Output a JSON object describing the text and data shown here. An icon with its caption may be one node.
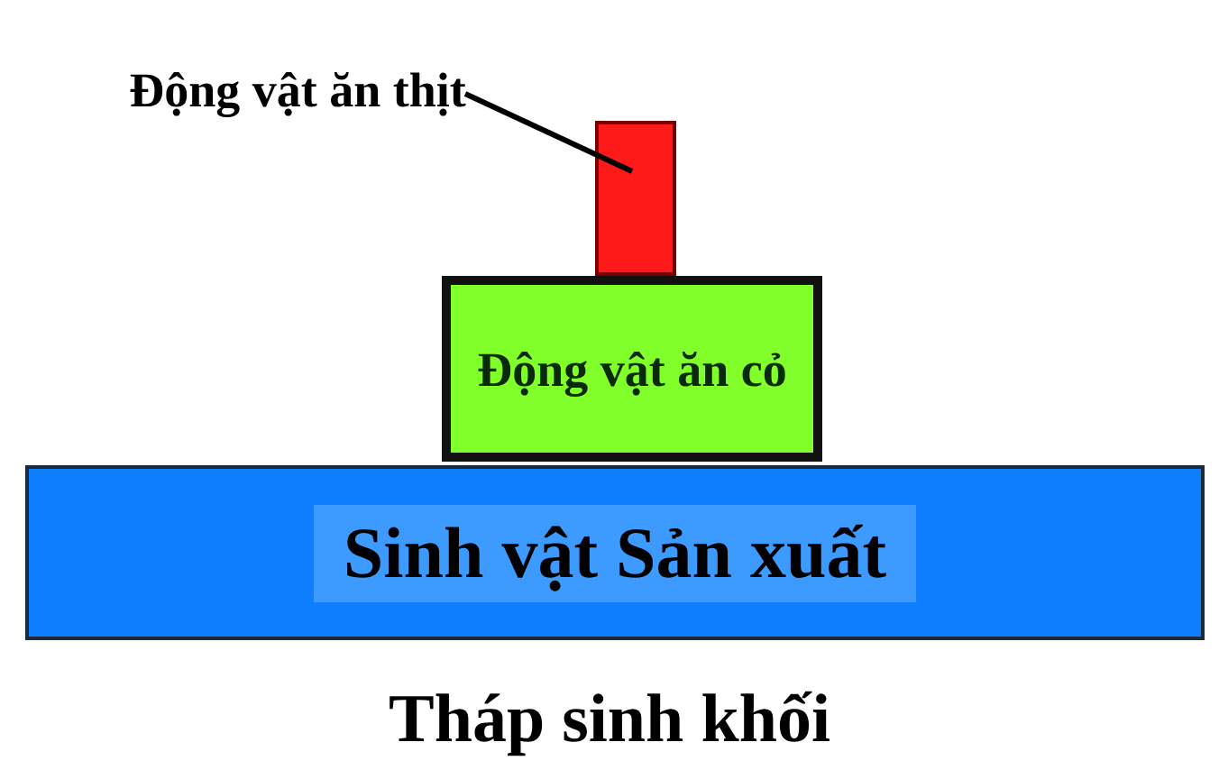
{
  "diagram": {
    "caption": "Tháp sinh khối",
    "nodes": [
      {
        "text": [
          "Động vật ăn thịt"
        ]
      },
      {
        "text": [],
        "shape": "bar"
      },
      {
        "text": [
          "Động vật ăn cỏ"
        ]
      },
      {
        "text": [
          "Sinh vật Sản xuất"
        ]
      }
    ],
    "edges": [
      {
        "from": 0,
        "to": 1,
        "arrow": "none"
      }
    ]
  }
}
